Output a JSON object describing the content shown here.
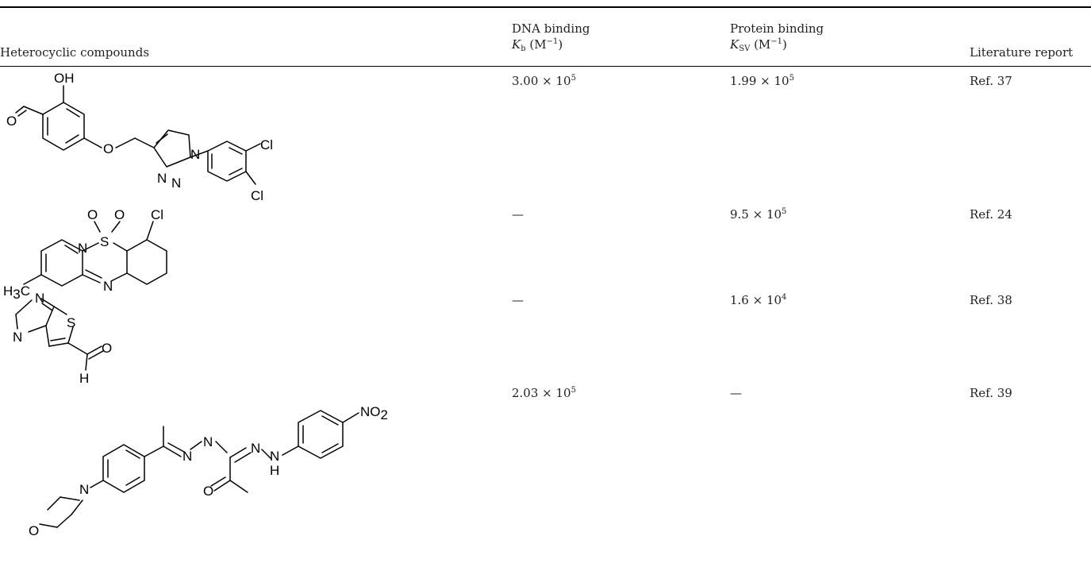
{
  "header": {
    "col1": "Heterocyclic compounds",
    "col2_line1": "DNA binding",
    "col2_symbol": "K",
    "col2_sub": "b",
    "col2_unit_open": " (M",
    "col2_unit_sup": "−1",
    "col2_unit_close": ")",
    "col3_line1": "Protein binding",
    "col3_symbol": "K",
    "col3_sub": "SV",
    "col3_unit_open": " (M",
    "col3_unit_sup": "−1",
    "col3_unit_close": ")",
    "col4": "Literature report"
  },
  "rows": [
    {
      "dna": {
        "mantissa": "3.00 × 10",
        "exp": "5"
      },
      "protein": {
        "mantissa": "1.99 × 10",
        "exp": "5"
      },
      "ref": "Ref. 37",
      "atoms": {
        "oh": "OH",
        "o_ald": "O",
        "o_eth": "O",
        "n1": "N",
        "n2": "N",
        "n3": "N",
        "cl1": "Cl",
        "cl2": "Cl"
      }
    },
    {
      "dna": {
        "mantissa": "—",
        "exp": ""
      },
      "protein": {
        "mantissa": "9.5 × 10",
        "exp": "5"
      },
      "ref": "Ref. 24",
      "atoms": {
        "o1": "O",
        "o2": "O",
        "s": "S",
        "cl": "Cl",
        "n1": "N",
        "n2": "N",
        "h3c_h": "H",
        "h3c_sub": "3",
        "h3c_c": "C"
      }
    },
    {
      "dna": {
        "mantissa": "—",
        "exp": ""
      },
      "protein": {
        "mantissa": "1.6 × 10",
        "exp": "4"
      },
      "ref": "Ref. 38",
      "atoms": {
        "n1": "N",
        "n2": "N",
        "s": "S",
        "o": "O",
        "h": "H"
      }
    },
    {
      "dna": {
        "mantissa": "2.03 × 10",
        "exp": "5"
      },
      "protein": {
        "mantissa": "—",
        "exp": ""
      },
      "ref": "Ref. 39",
      "atoms": {
        "no2_n": "NO",
        "no2_sub": "2",
        "n1": "N",
        "n2": "N",
        "n3": "N",
        "nh_n": "N",
        "nh_h": "H",
        "o1": "O",
        "n_morph": "N",
        "o_morph": "O"
      }
    }
  ]
}
